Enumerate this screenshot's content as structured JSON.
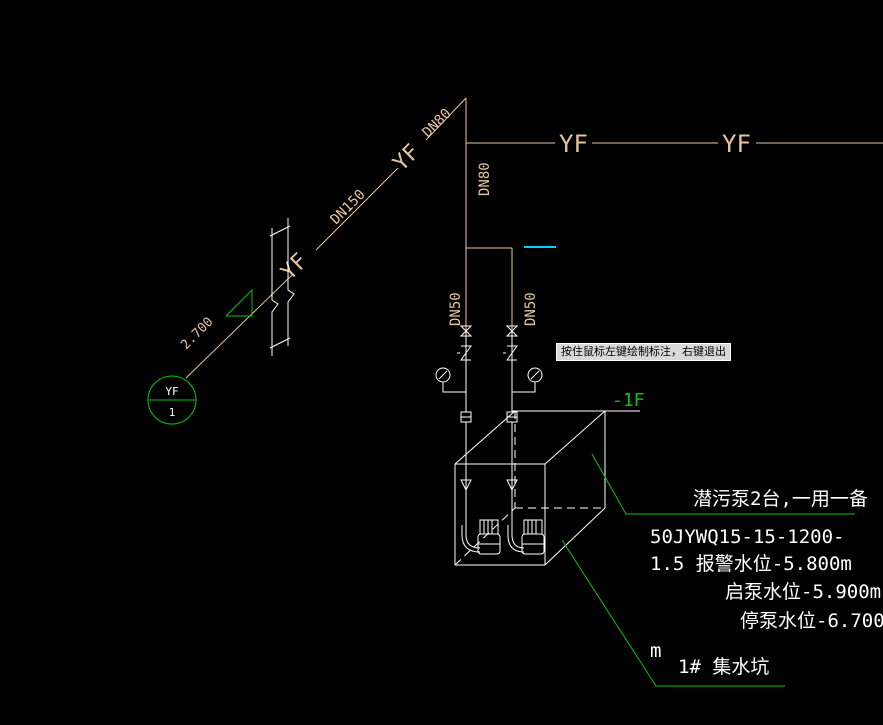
{
  "colors": {
    "background": "#000000",
    "pipe": "#e8c49a",
    "annotation": "#00c800",
    "fixture": "#ffffff",
    "cursor": "#00d0ff"
  },
  "labels": {
    "pipe_code": "YF",
    "dn80": "DN80",
    "dn150": "DN150",
    "dn50": "DN50",
    "elevation": "2.700",
    "floor": "-1F",
    "index_code": "YF",
    "index_number": "1",
    "pump_title": "潜污泵2台,一用一备",
    "pump_model": "50JYWQ15-15-1200-",
    "alarm_level": "1.5 报警水位-5.800m",
    "start_level": "启泵水位-5.900m",
    "stop_level": "停泵水位-6.700",
    "unit_m": "m",
    "pit_name": "1# 集水坑"
  },
  "tooltip": "按住鼠标左键绘制标注，右键退出"
}
